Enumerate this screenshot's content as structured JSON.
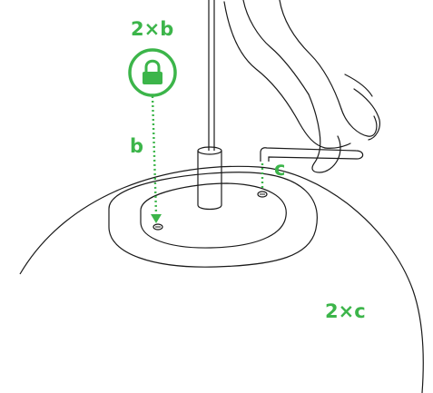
{
  "labels": {
    "top_quantity": "2×b",
    "screw_b": "b",
    "screw_c": "c",
    "bottom_quantity": "2×c"
  },
  "icons": {
    "lock": "lock-icon"
  },
  "colors": {
    "accent": "#3cb54a",
    "line": "#1a1a1a",
    "background": "#ffffff"
  }
}
